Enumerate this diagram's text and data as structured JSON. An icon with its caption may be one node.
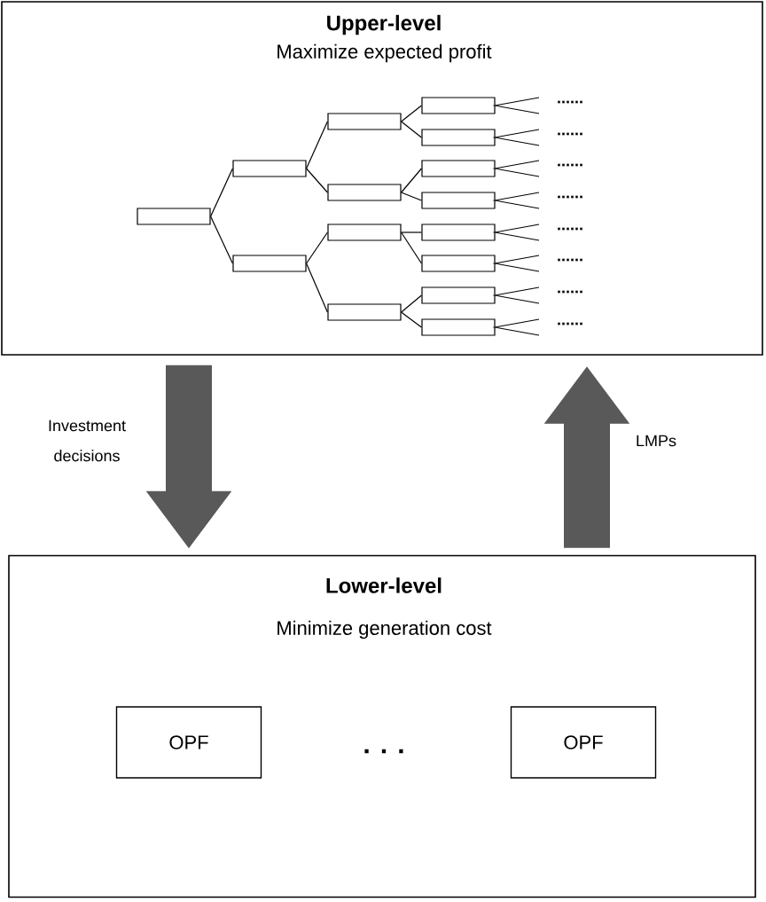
{
  "diagram": {
    "nodes": [
      {
        "text": [
          "Upper-level",
          "Maximize expected profit"
        ]
      },
      {
        "text": [],
        "shape": "box",
        "in": 0
      },
      {
        "text": [],
        "shape": "box",
        "in": 0
      },
      {
        "text": [],
        "shape": "box",
        "in": 0
      },
      {
        "text": [],
        "shape": "box",
        "in": 0
      },
      {
        "text": [],
        "shape": "box",
        "in": 0
      },
      {
        "text": [],
        "shape": "box",
        "in": 0
      },
      {
        "text": [],
        "shape": "box",
        "in": 0
      },
      {
        "text": [],
        "shape": "box",
        "in": 0
      },
      {
        "text": [],
        "shape": "box",
        "in": 0
      },
      {
        "text": [],
        "shape": "box",
        "in": 0
      },
      {
        "text": [],
        "shape": "box",
        "in": 0
      },
      {
        "text": [],
        "shape": "box",
        "in": 0
      },
      {
        "text": [],
        "shape": "box",
        "in": 0
      },
      {
        "text": [],
        "shape": "box",
        "in": 0
      },
      {
        "text": [],
        "shape": "box",
        "in": 0
      },
      {
        "text": [
          "Lower-level",
          "Minimize generation cost"
        ]
      },
      {
        "text": [
          "OPF"
        ],
        "in": 16
      },
      {
        "text": [
          "OPF"
        ],
        "in": 16
      }
    ],
    "edges": [
      {
        "from": 1,
        "to": 2,
        "arrow": "none"
      },
      {
        "from": 1,
        "to": 3,
        "arrow": "none"
      },
      {
        "from": 2,
        "to": 4,
        "arrow": "none"
      },
      {
        "from": 2,
        "to": 5,
        "arrow": "none"
      },
      {
        "from": 3,
        "to": 6,
        "arrow": "none"
      },
      {
        "from": 3,
        "to": 7,
        "arrow": "none"
      },
      {
        "from": 4,
        "to": 8,
        "arrow": "none"
      },
      {
        "from": 4,
        "to": 9,
        "arrow": "none"
      },
      {
        "from": 5,
        "to": 10,
        "arrow": "none"
      },
      {
        "from": 5,
        "to": 11,
        "arrow": "none"
      },
      {
        "from": 6,
        "to": 12,
        "arrow": "none"
      },
      {
        "from": 6,
        "to": 13,
        "arrow": "none"
      },
      {
        "from": 7,
        "to": 14,
        "arrow": "none"
      },
      {
        "from": 7,
        "to": 15,
        "arrow": "none"
      },
      {
        "from": 0,
        "to": 16,
        "arrow": "to",
        "label": "Investment decisions",
        "style": "thick",
        "color": "#595959"
      },
      {
        "from": 16,
        "to": 0,
        "arrow": "to",
        "label": "LMPs",
        "style": "thick",
        "color": "#595959"
      }
    ],
    "labels": [
      "......",
      "......",
      "......",
      "......",
      "......",
      "......",
      "......",
      "......",
      ". . ."
    ]
  }
}
